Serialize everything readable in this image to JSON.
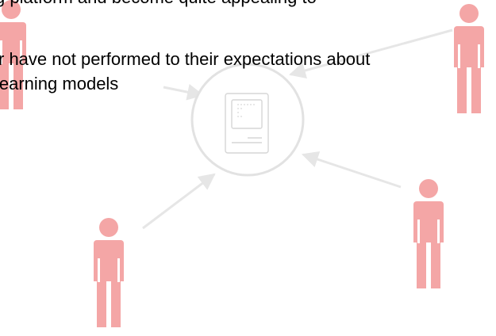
{
  "text": {
    "top_fragment": "g platform and become quite appealing to",
    "line_1": "r have not performed to their expectations about",
    "line_2": "learning models"
  },
  "icons": {
    "person": "person-icon",
    "computer": "computer-icon"
  },
  "colors": {
    "person_fill": "#f4a6a6",
    "connector": "#e6e6e6",
    "computer_stroke": "#d9d9d9"
  }
}
